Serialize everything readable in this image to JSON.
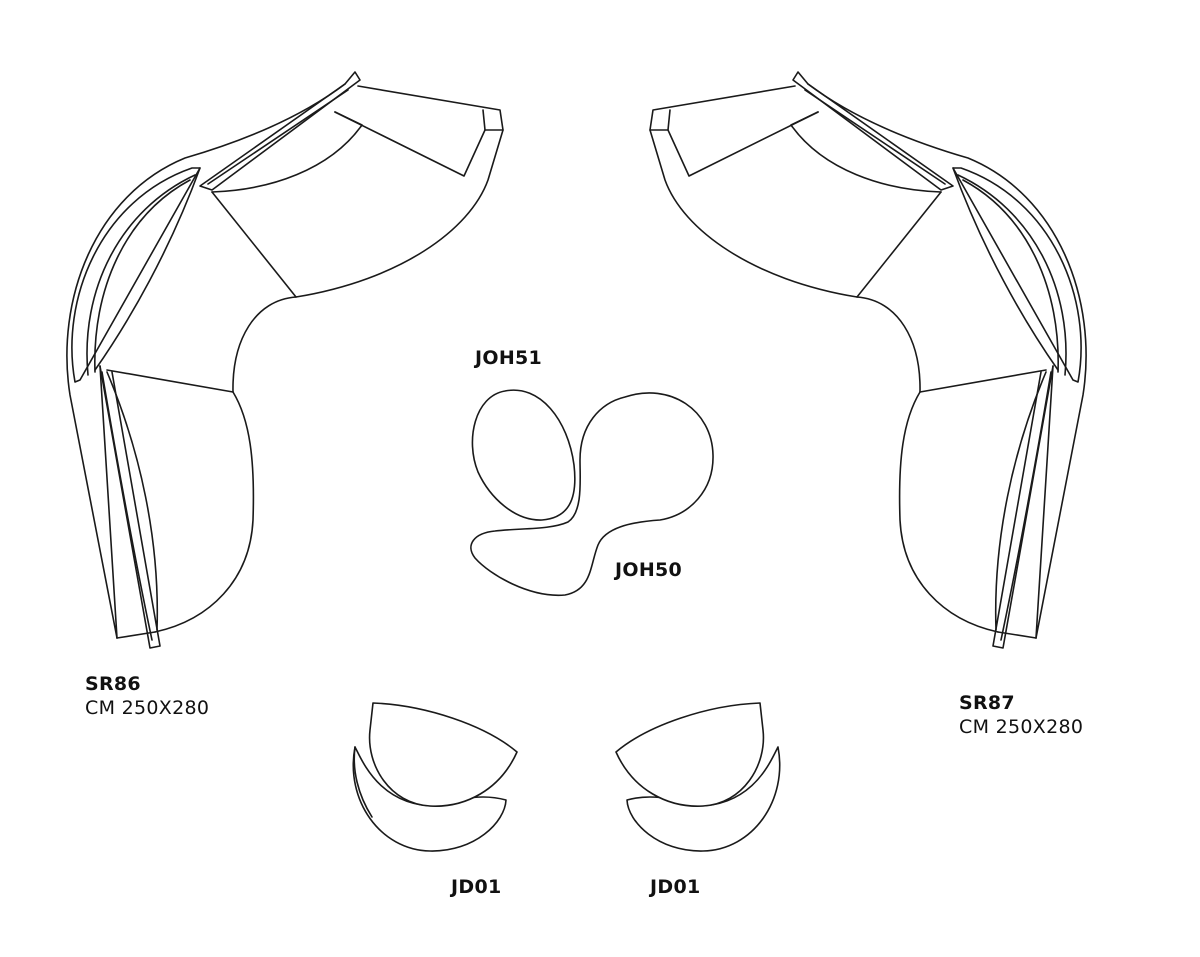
{
  "modules": [
    {
      "code": "SR86",
      "size": "CM 250X280"
    },
    {
      "code": "SR87",
      "size": "CM 250X280"
    },
    {
      "code": "JOH51"
    },
    {
      "code": "JOH50"
    },
    {
      "code": "JD01"
    },
    {
      "code": "JD01"
    }
  ],
  "colors": {
    "stroke": "#1a1a1a",
    "background": "#ffffff"
  }
}
